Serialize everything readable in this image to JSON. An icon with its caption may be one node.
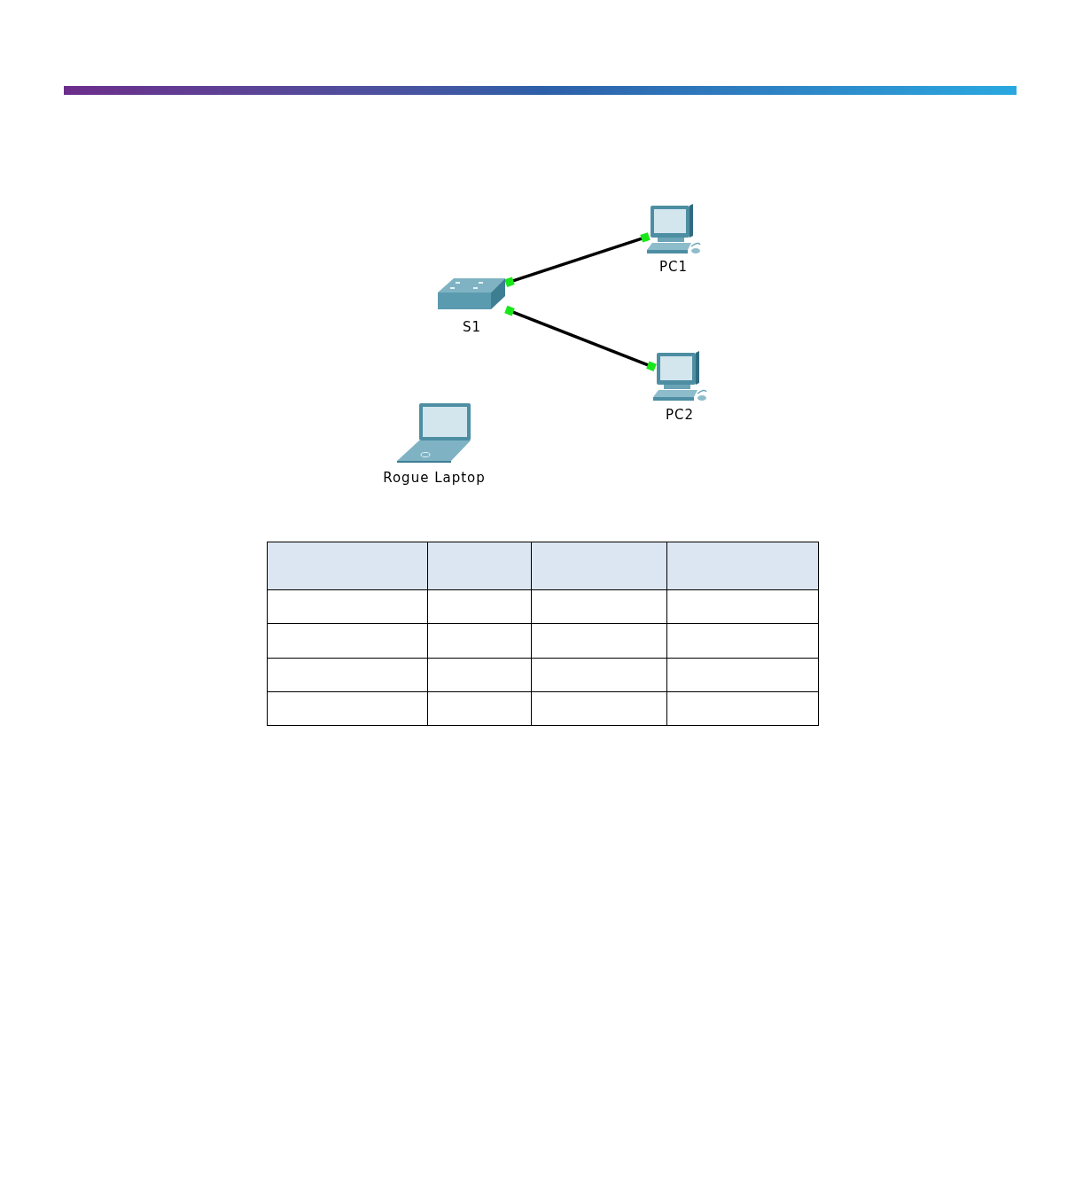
{
  "diagram": {
    "nodes": [
      {
        "text": [
          "PC1"
        ]
      },
      {
        "text": [
          "S1"
        ]
      },
      {
        "text": [
          "PC2"
        ]
      },
      {
        "text": [
          "Rogue Laptop"
        ]
      }
    ],
    "edges": [
      {
        "from": 1,
        "to": 0,
        "arrow": "other"
      },
      {
        "from": 1,
        "to": 2,
        "arrow": "other"
      }
    ]
  }
}
